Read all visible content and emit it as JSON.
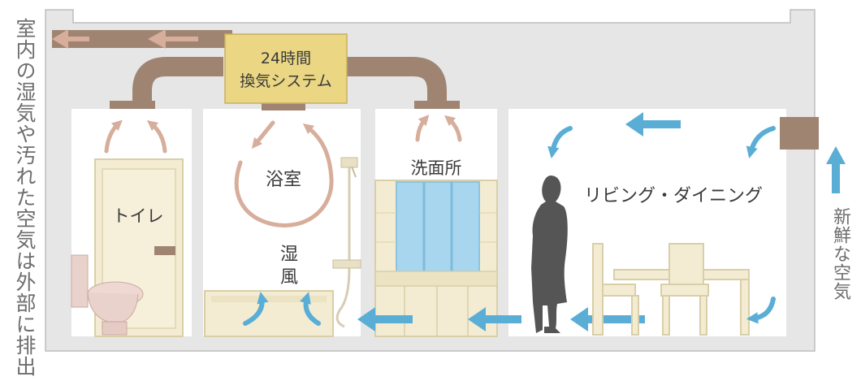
{
  "system_box": {
    "line1": "24時間",
    "line2": "換気システム"
  },
  "rooms": {
    "toilet": "トイレ",
    "bath": "浴室",
    "washroom": "洗面所",
    "living": "リビング・ダイニング"
  },
  "bath_humidity": {
    "line1": "湿",
    "line2": "風"
  },
  "captions": {
    "exhaust": "室内の湿気や汚れた空気は外部に排出",
    "fresh": "新鮮な空気"
  },
  "colors": {
    "duct": "#a08472",
    "exhaust_arrow": "#d9b3a3",
    "fresh_arrow": "#5aaed6",
    "system_box": "#ead683",
    "wall": "#e6e6e6",
    "fixture": "#f3ecd2"
  },
  "icons": [
    "exhaust-arrow-icon",
    "fresh-air-arrow-icon",
    "person-silhouette-icon",
    "shower-icon",
    "toilet-icon"
  ]
}
